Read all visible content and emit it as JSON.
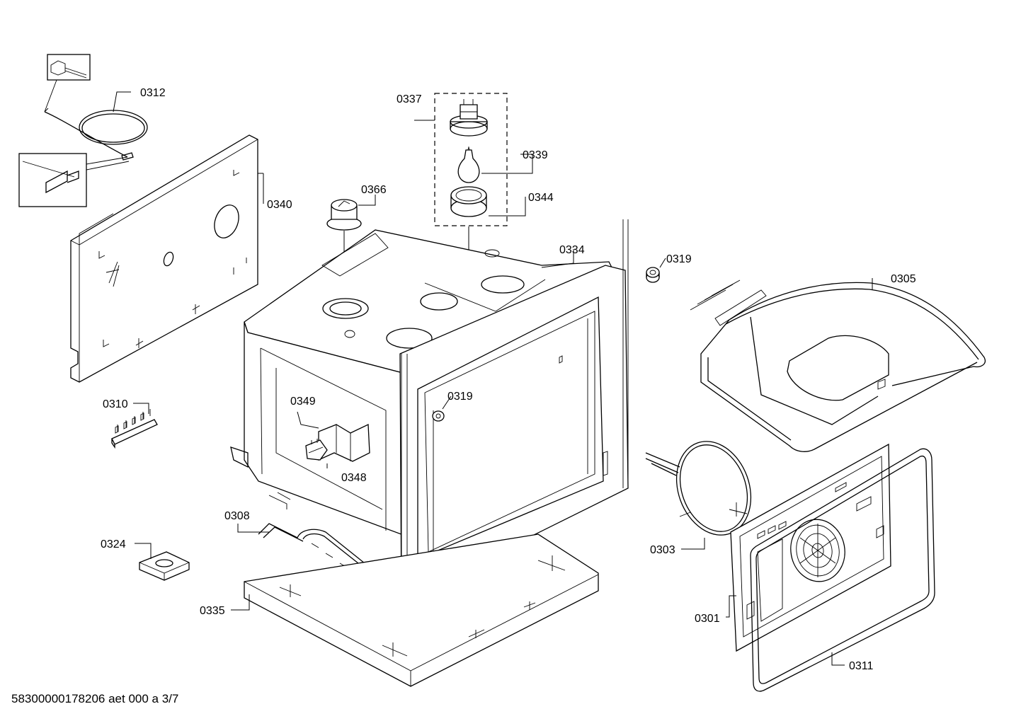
{
  "footer": "58300000178206 aet 000 a 3/7",
  "parts": {
    "p0312": "0312",
    "p0340": "0340",
    "p0310": "0310",
    "p0337": "0337",
    "p0339": "0339",
    "p0344": "0344",
    "p0366": "0366",
    "p0334": "0334",
    "p0319a": "0319",
    "p0319b": "0319",
    "p0305": "0305",
    "p0349": "0349",
    "p0348": "0348",
    "p0308": "0308",
    "p0324": "0324",
    "p0335": "0335",
    "p0303": "0303",
    "p0301": "0301",
    "p0311": "0311"
  }
}
